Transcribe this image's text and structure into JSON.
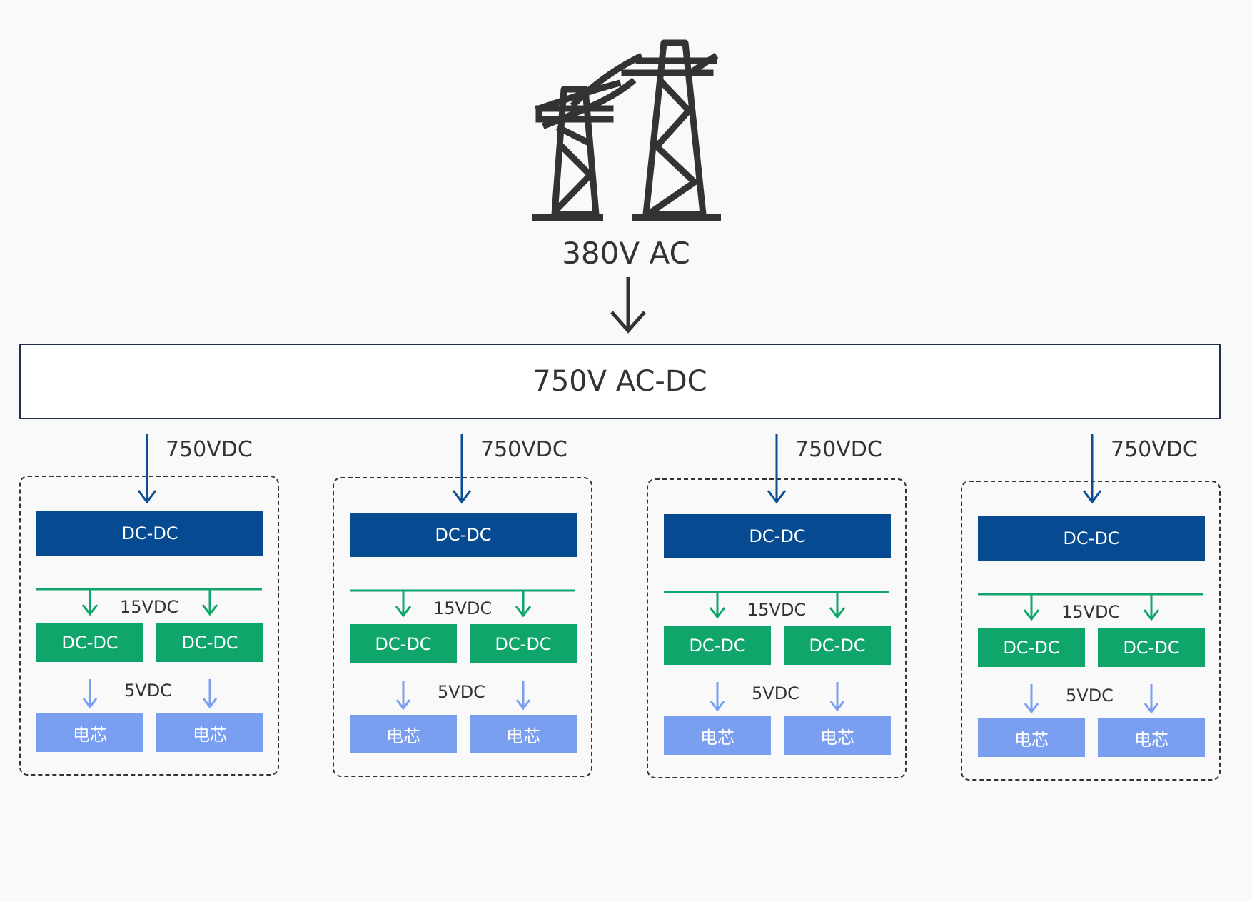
{
  "grid": {
    "label": "380V AC",
    "icon": "power-tower-icon"
  },
  "acdc": {
    "label": "750V AC-DC"
  },
  "modules": [
    {
      "input_voltage": "750VDC",
      "top_converter": "DC-DC",
      "mid_voltage": "15VDC",
      "mid_converters": [
        "DC-DC",
        "DC-DC"
      ],
      "low_voltage": "5VDC",
      "cells": [
        "电芯",
        "电芯"
      ]
    },
    {
      "input_voltage": "750VDC",
      "top_converter": "DC-DC",
      "mid_voltage": "15VDC",
      "mid_converters": [
        "DC-DC",
        "DC-DC"
      ],
      "low_voltage": "5VDC",
      "cells": [
        "电芯",
        "电芯"
      ]
    },
    {
      "input_voltage": "750VDC",
      "top_converter": "DC-DC",
      "mid_voltage": "15VDC",
      "mid_converters": [
        "DC-DC",
        "DC-DC"
      ],
      "low_voltage": "5VDC",
      "cells": [
        "电芯",
        "电芯"
      ]
    },
    {
      "input_voltage": "750VDC",
      "top_converter": "DC-DC",
      "mid_voltage": "15VDC",
      "mid_converters": [
        "DC-DC",
        "DC-DC"
      ],
      "low_voltage": "5VDC",
      "cells": [
        "电芯",
        "电芯"
      ]
    }
  ],
  "colors": {
    "background": "#f9f9f9",
    "text": "#333333",
    "dark_blue": "#064a91",
    "green": "#10a56a",
    "light_blue": "#7b9ff0",
    "arrow_blue": "#0c4c92",
    "box_border": "#1f2d4f"
  }
}
